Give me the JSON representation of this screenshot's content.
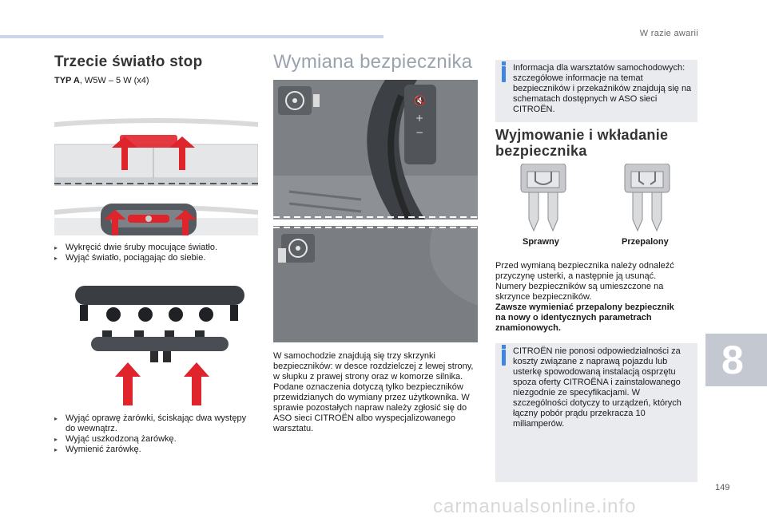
{
  "header": {
    "section": "W razie awarii"
  },
  "chapter": "8",
  "page_number": "149",
  "watermark": "carmanualsonline.info",
  "left": {
    "title": "Trzecie światło stop",
    "typ_label": "TYP A",
    "typ_value": ", W5W – 5 W (x4)",
    "steps_1": [
      "Wykręcić dwie śruby mocujące światło.",
      "Wyjąć światło, pociągając do siebie."
    ],
    "steps_2": [
      "Wyjąć oprawę żarówki, ściskając dwa występy do wewnątrz.",
      "Wyjąć uszkodzoną żarówkę.",
      "Wymienić żarówkę."
    ]
  },
  "middle": {
    "title": "Wymiana bezpiecznika",
    "body": "W samochodzie znajdują się trzy skrzynki bezpieczników: w desce rozdzielczej z lewej strony, w słupku z prawej strony oraz w komorze silnika. Podane oznaczenia dotyczą tylko bezpieczników przewidzianych do wymiany przez użytkownika. W sprawie pozostałych napraw należy zgłosić się do ASO sieci CITROËN albo wyspecjalizowanego warsztatu."
  },
  "right": {
    "info1": "Informacja dla warsztatów samochodowych: szczegółowe informacje na temat bezpieczników i przekaźników znajdują się na schematach dostępnych w ASO sieci CITROËN.",
    "title_line1": "Wyjmowanie i wkładanie",
    "title_line2": "bezpiecznika",
    "fuse_ok": "Sprawny",
    "fuse_blown": "Przepalony",
    "para": "Przed wymianą bezpiecznika należy odnaleźć przyczynę usterki, a następnie ją usunąć. Numery bezpieczników są umieszczone na skrzynce bezpieczników.",
    "para_bold": "Zawsze wymieniać przepalony bezpiecznik na nowy o identycznych parametrach znamionowych.",
    "info2": "CITROËN nie ponosi odpowiedzialności za koszty związane z naprawą pojazdu lub usterkę spowodowaną instalacją osprzętu spoza oferty CITROËNA i zainstalowanego niezgodnie ze specyfikacjami. W szczególności dotyczy to urządzeń, których łączny pobór prądu przekracza 10 miliamperów."
  },
  "colors": {
    "arrow": "#e0242b",
    "info_accent": "#3f86e0",
    "chapter_tab": "#c4c9d1"
  }
}
